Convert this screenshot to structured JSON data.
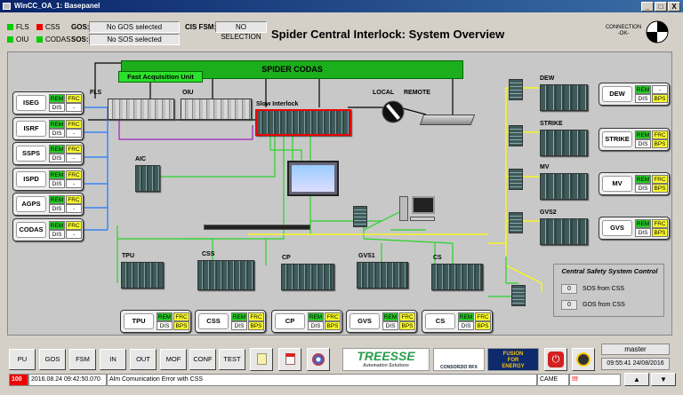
{
  "window": {
    "title": "WinCC_OA_1: Basepanel",
    "controls": [
      "_",
      "□",
      "X"
    ]
  },
  "header": {
    "legend": [
      {
        "label": "FLS",
        "color": "#00cc00"
      },
      {
        "label": "CSS",
        "color": "#ee0000"
      },
      {
        "label": "OIU",
        "color": "#00cc00"
      },
      {
        "label": "CODAS",
        "color": "#00cc00"
      }
    ],
    "gos_label": "GOS:",
    "gos_value": "No GOS selected",
    "sos_label": "SOS:",
    "sos_value": "No SOS selected",
    "cisfsm_label": "CIS FSM:",
    "cisfsm_value": "NO SELECTION",
    "title": "Spider Central Interlock: System Overview",
    "connection_label": "CONNECTION",
    "connection_value": "-OK-"
  },
  "diagram": {
    "codas": "SPIDER CODAS",
    "fau": "Fast Acquisition Unit",
    "labels": {
      "fls": "FLS",
      "oiu": "OIU",
      "slow": "Slow Interlock",
      "local": "LOCAL",
      "remote": "REMOTE",
      "aic": "AIC",
      "dew": "DEW",
      "strike": "STRIKE",
      "mv": "MV",
      "gvs2": "GVS2",
      "tpu": "TPU",
      "css": "CSS",
      "cp": "CP",
      "gvs1": "GVS1",
      "cs": "CS"
    },
    "cells": {
      "rem": "REM",
      "frc": "FRC",
      "dis": "DIS",
      "bps": "BPS",
      "dash": "-"
    },
    "left_systems": [
      "ISEG",
      "ISRF",
      "SSPS",
      "ISPD",
      "AGPS",
      "CODAS"
    ],
    "right_systems": [
      "DEW",
      "STRIKE",
      "MV",
      "GVS"
    ],
    "bottom_systems": [
      "TPU",
      "CSS",
      "CP",
      "GVS",
      "CS"
    ],
    "css_control": {
      "title": "Central Safety System Control",
      "sos_value": "0",
      "sos_label": "SOS from CSS",
      "gos_value": "0",
      "gos_label": "GOS from CSS"
    }
  },
  "toolbar": {
    "buttons": [
      "PU",
      "GOS",
      "FSM",
      "IN",
      "OUT",
      "MOF",
      "CONF",
      "TEST"
    ],
    "logos": {
      "treesse": "TREESSE",
      "treesse_sub": "Automation Solutions",
      "rfx": "CONSORZIO RFX",
      "f4e_1": "FUSION",
      "f4e_2": "FOR",
      "f4e_3": "ENERGY"
    },
    "master": "master",
    "datetime": "09:55:41 24/08/2016"
  },
  "alarm": {
    "code": "100",
    "time": "2016.08.24 09:42:50.070",
    "text": "Alm Comunication Error with CSS",
    "source": "CAME",
    "flag": "!!!"
  }
}
